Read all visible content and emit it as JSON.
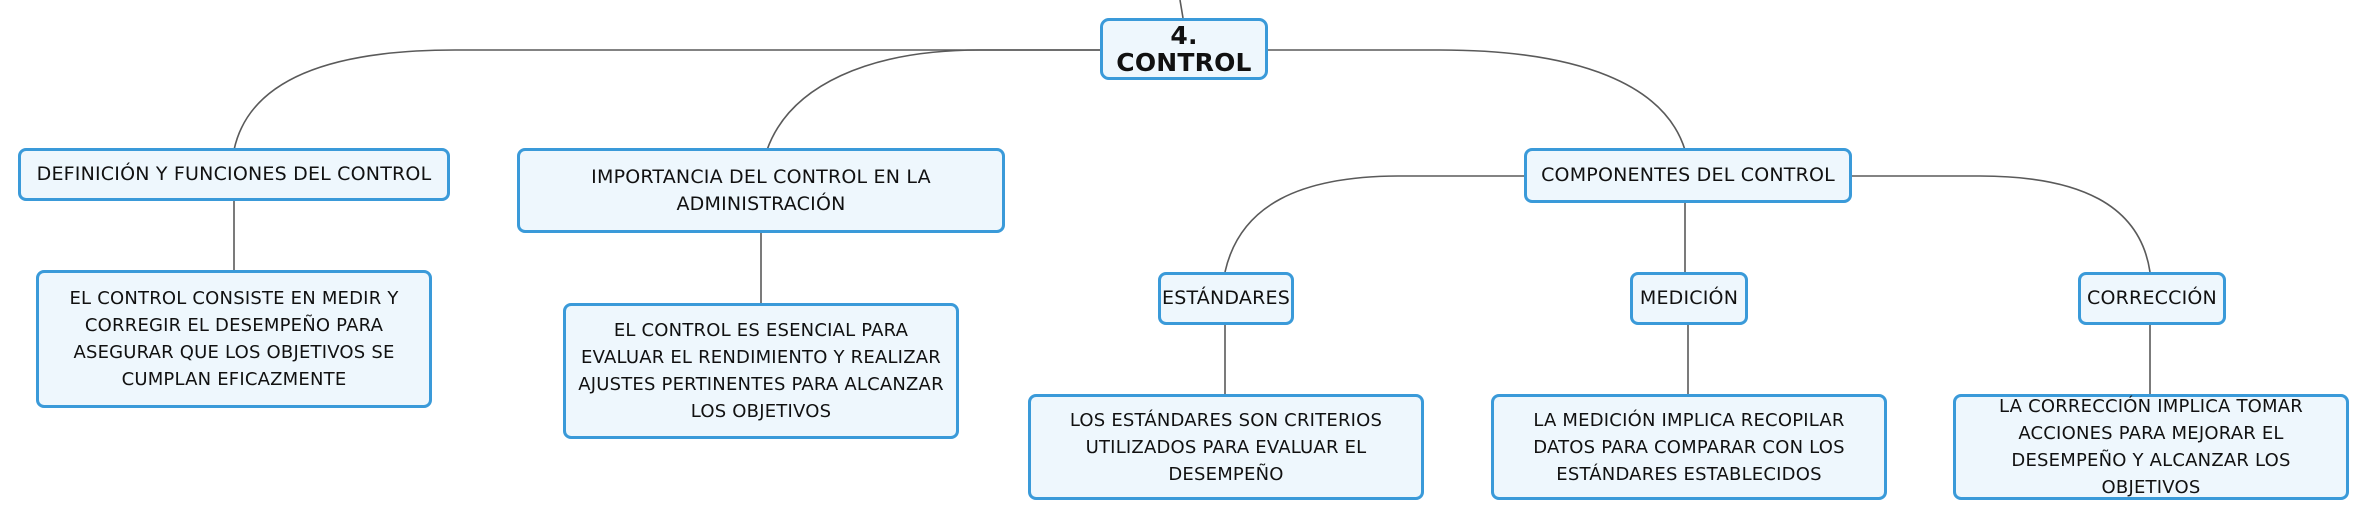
{
  "root": {
    "label": "4. CONTROL"
  },
  "branches": [
    {
      "label": "DEFINICIÓN Y FUNCIONES DEL CONTROL",
      "detail": "EL CONTROL CONSISTE EN MEDIR Y CORREGIR EL DESEMPEÑO PARA ASEGURAR QUE LOS OBJETIVOS SE CUMPLAN EFICAZMENTE"
    },
    {
      "label": "IMPORTANCIA DEL CONTROL EN LA ADMINISTRACIÓN",
      "detail": "EL CONTROL ES ESENCIAL PARA EVALUAR EL RENDIMIENTO Y REALIZAR AJUSTES PERTINENTES PARA ALCANZAR LOS OBJETIVOS"
    },
    {
      "label": "COMPONENTES DEL CONTROL",
      "children": [
        {
          "label": "ESTÁNDARES",
          "detail": "LOS ESTÁNDARES SON CRITERIOS UTILIZADOS PARA EVALUAR EL DESEMPEÑO"
        },
        {
          "label": "MEDICIÓN",
          "detail": "LA MEDICIÓN IMPLICA RECOPILAR DATOS PARA COMPARAR CON LOS ESTÁNDARES ESTABLECIDOS"
        },
        {
          "label": "CORRECCIÓN",
          "detail": "LA CORRECCIÓN IMPLICA TOMAR ACCIONES PARA MEJORAR EL DESEMPEÑO Y ALCANZAR LOS OBJETIVOS"
        }
      ]
    }
  ]
}
